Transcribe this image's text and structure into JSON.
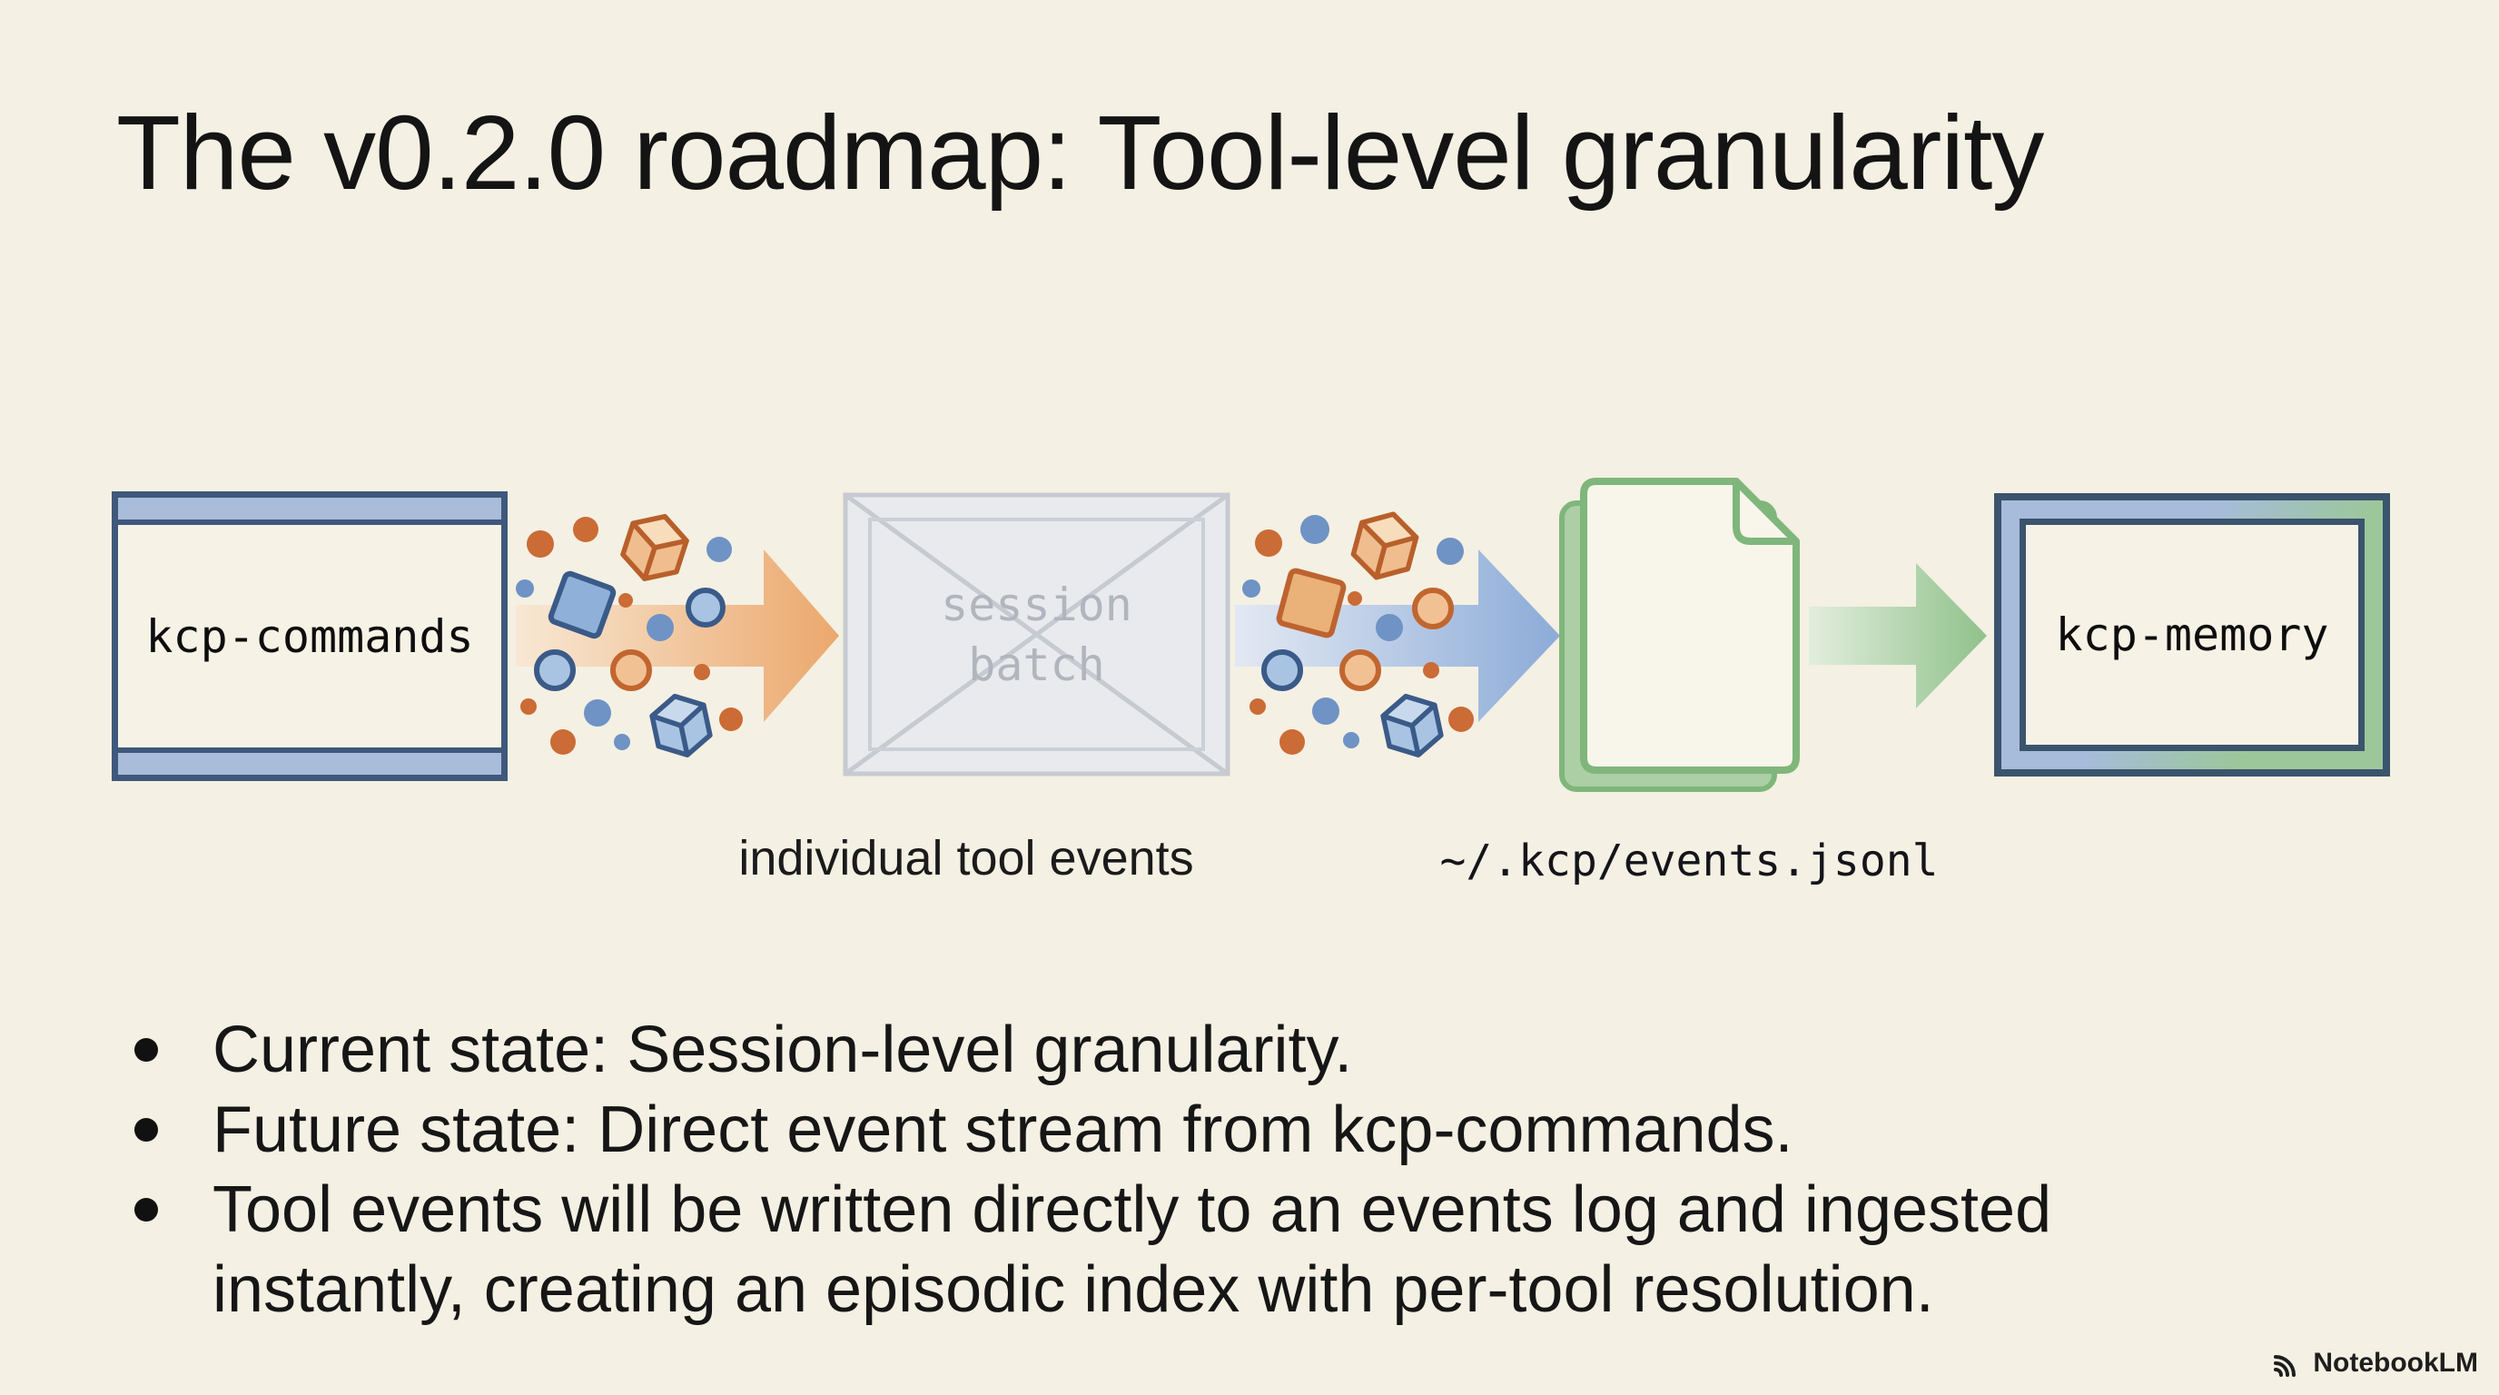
{
  "palette": {
    "background": "#f4f0e3",
    "navy_border": "#3b546d",
    "slate_blue_border": "#3f587b",
    "light_blue_band": "#a9bdda",
    "orange_accent": "#cb6b35",
    "blue_accent": "#6e93c4",
    "green_accent": "#7fb67b",
    "gray_box_fill": "#e8eaed",
    "gray_box_line": "#c6cad1",
    "muted_gray_text": "#b1b5bd",
    "text_dark": "#141414"
  },
  "title": "The v0.2.0 roadmap: Tool-level granularity",
  "diagram": {
    "source_box": {
      "label": "kcp-commands"
    },
    "session_box": {
      "lines": [
        "session",
        "batch"
      ]
    },
    "memory_box": {
      "label": "kcp-memory"
    },
    "flow_labels": {
      "tool_events": "individual tool events",
      "events_path": "~/.kcp/events.jsonl"
    }
  },
  "bullets": [
    {
      "lines": [
        "Current state: Session-level granularity."
      ]
    },
    {
      "lines": [
        "Future state: Direct event stream from kcp-commands."
      ]
    },
    {
      "lines": [
        "Tool events will be written directly to an events log and ingested",
        "instantly, creating an episodic index with per-tool resolution."
      ]
    }
  ],
  "watermark": {
    "brand": "NotebookLM",
    "icon": "notebooklm-arcs-icon"
  }
}
